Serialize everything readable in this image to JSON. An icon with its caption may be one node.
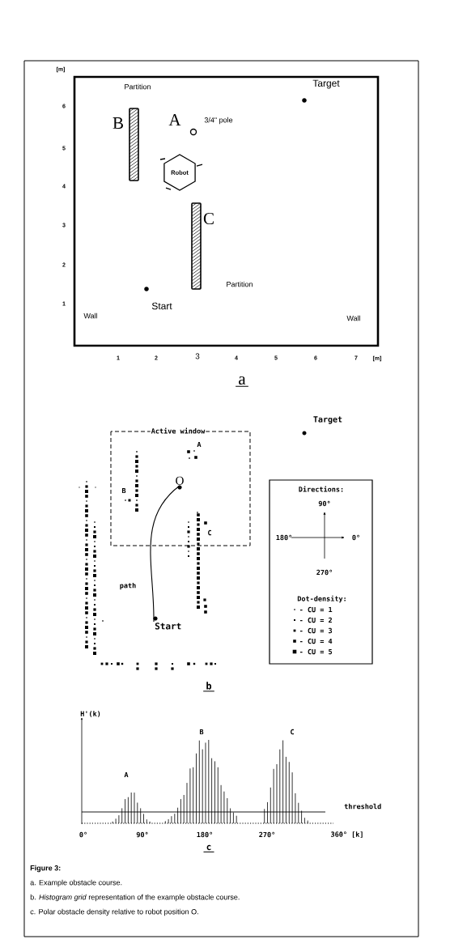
{
  "diagram": {
    "nodes": [
      {
        "text": [
          "O"
        ]
      },
      {
        "text": [
          "Start"
        ]
      }
    ],
    "edges": [
      {
        "from": 1,
        "to": 0,
        "arrow": "none",
        "label": "path"
      }
    ],
    "labels": [
      "[m]",
      "Partition",
      "Target",
      "6",
      "B",
      "A",
      "3/4\" pole",
      "5",
      "Robot",
      "4",
      "3",
      "C",
      "2",
      "Partition",
      "1",
      "Start",
      "Wall",
      "Wall",
      "1",
      "2",
      "3",
      "4",
      "5",
      "6",
      "7",
      "[m]",
      "a",
      "Target",
      "Active window",
      "A",
      "B",
      "C",
      "Directions:",
      "90°",
      "180°",
      "0°",
      "270°",
      "Dot-density:",
      "b",
      "H'(k)",
      "B",
      "C",
      "A",
      "threshold",
      "0°",
      "90°",
      "180°",
      "270°",
      "360° [k]",
      "c",
      "Figure 3:",
      "a. Example obstacle course.",
      "b. *Histogram grid* representation of the example obstacle course.",
      "c. Polar obstacle density relative to robot position O."
    ],
    "legend": [
      {
        "text": "- CU = 1"
      },
      {
        "text": "- CU = 2"
      },
      {
        "text": "- CU = 3"
      },
      {
        "text": "- CU = 4"
      },
      {
        "text": "- CU = 5"
      }
    ]
  }
}
